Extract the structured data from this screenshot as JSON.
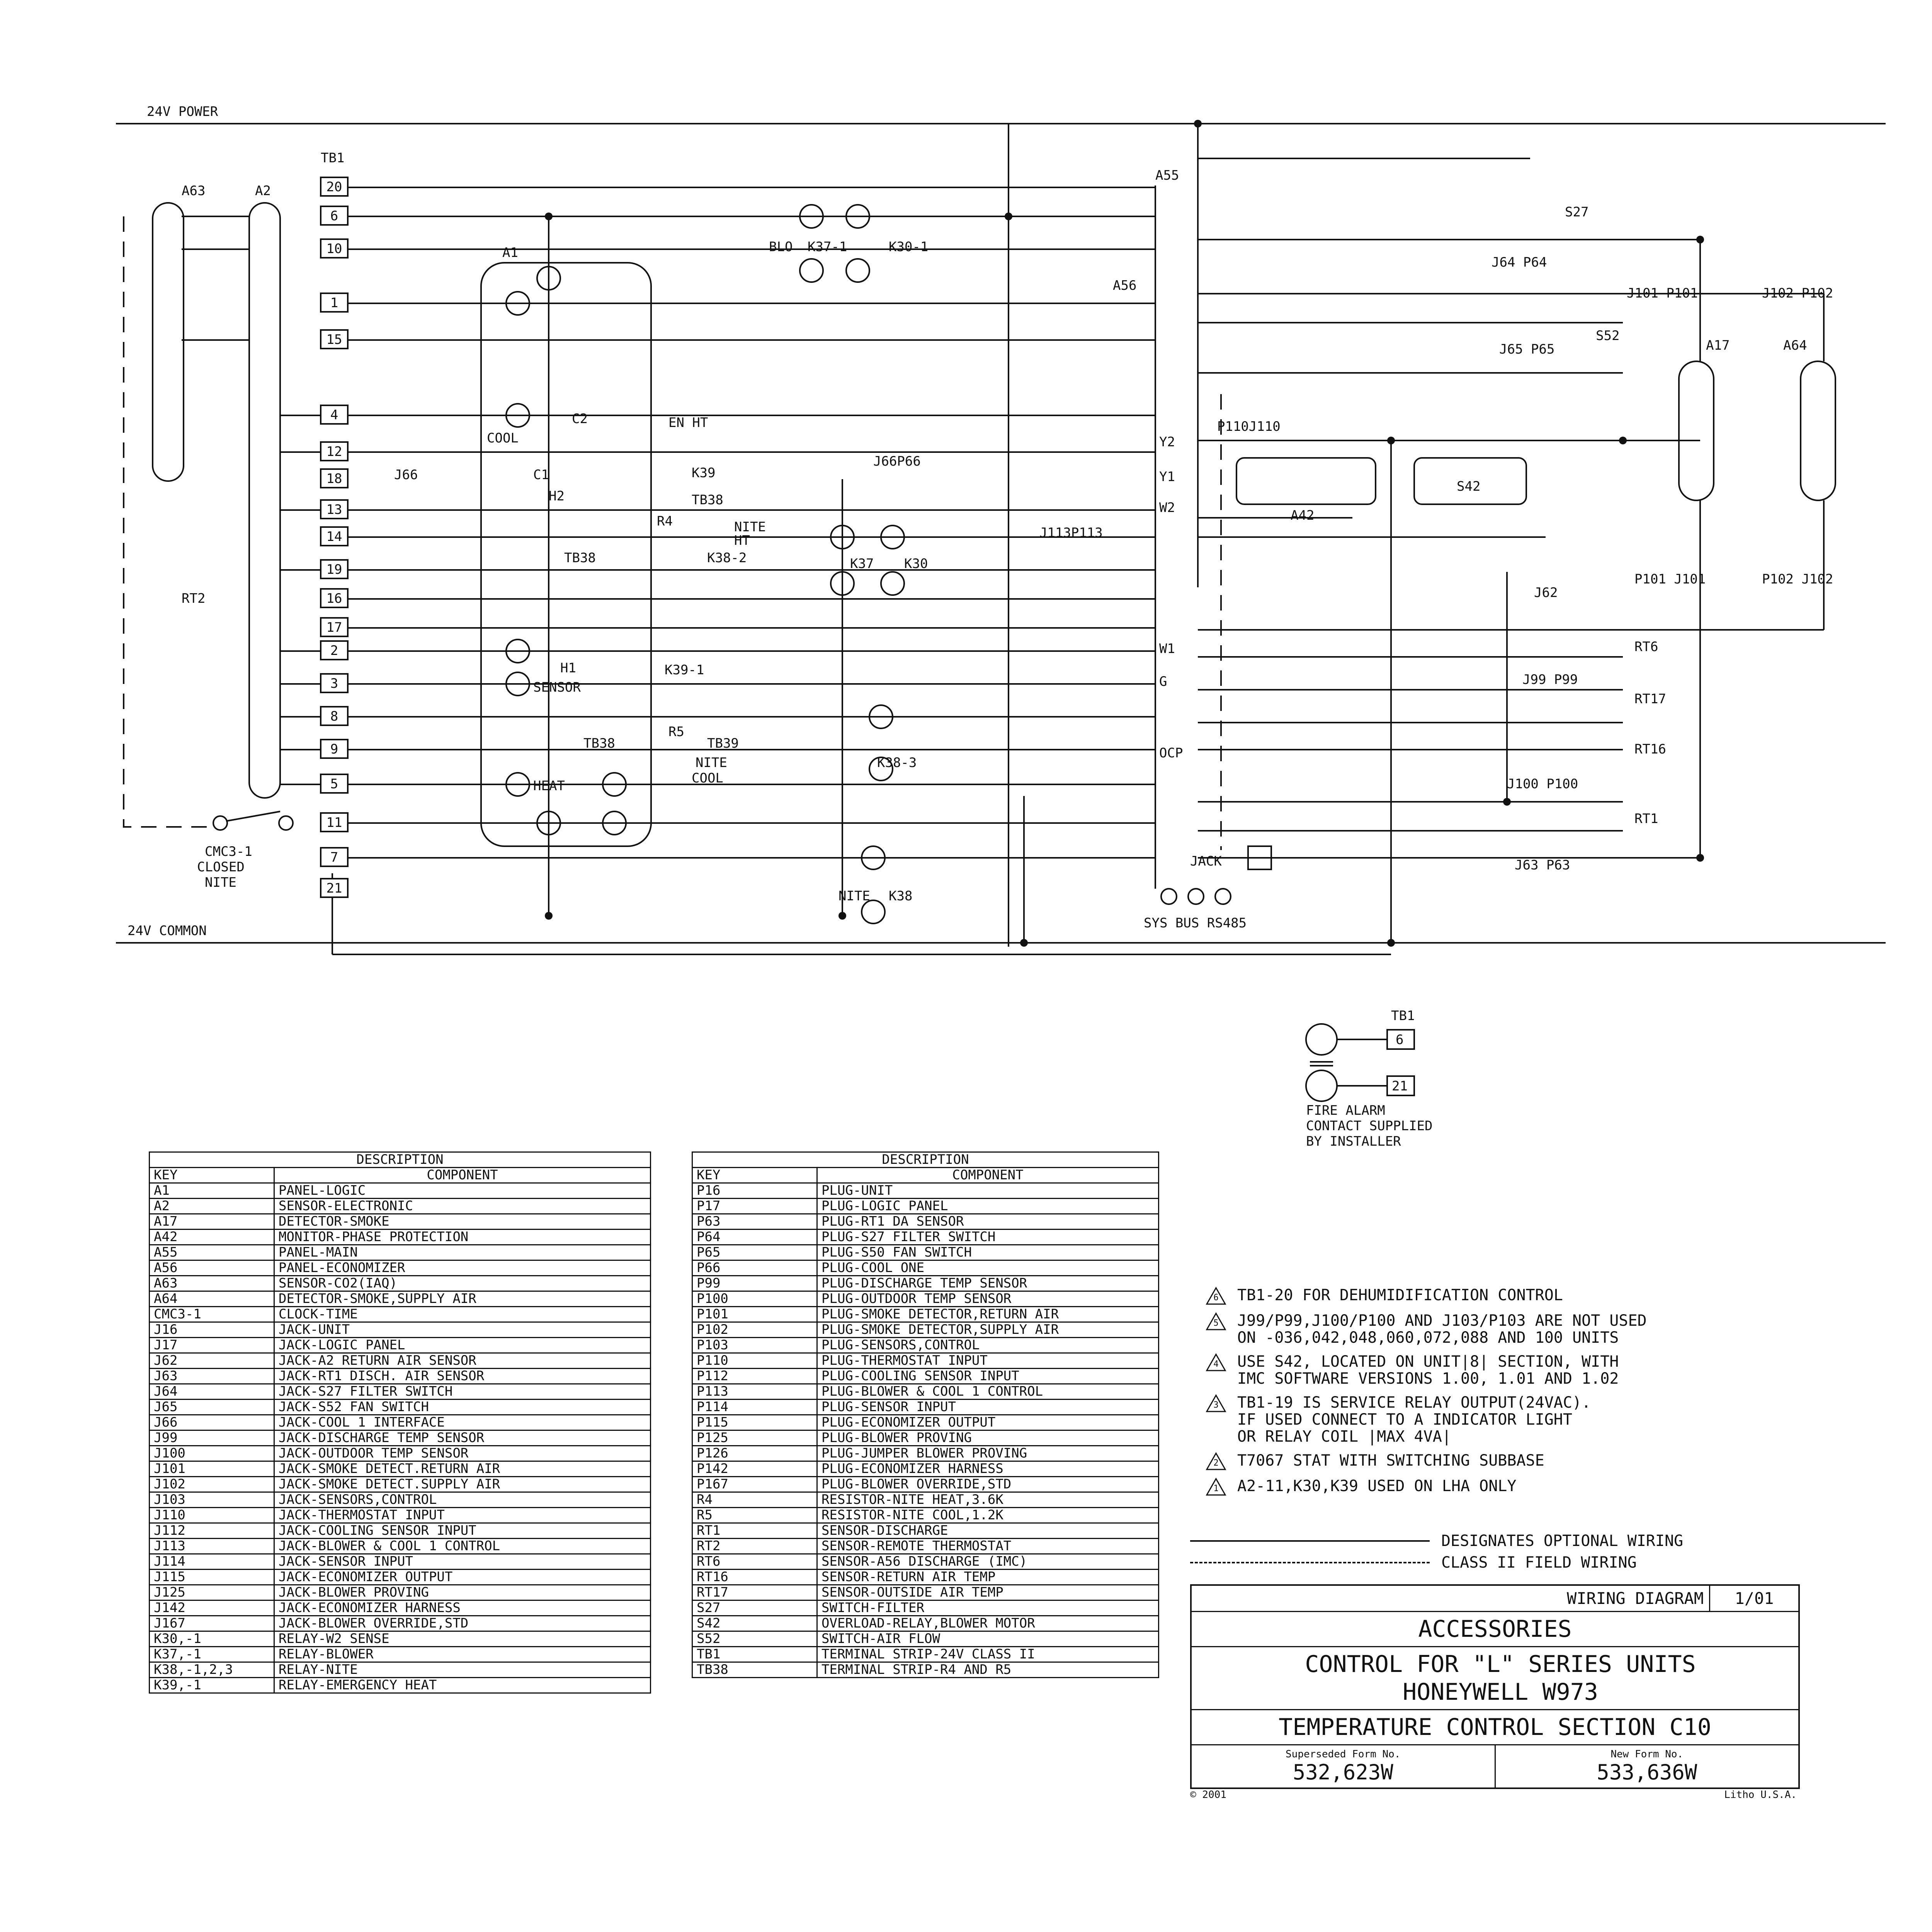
{
  "rails": {
    "power": "24V POWER",
    "common": "24V COMMON"
  },
  "components": {
    "a63": "A63",
    "a2": "A2",
    "tb1": "TB1",
    "a1": "A1",
    "a55": "A55",
    "a56": "A56",
    "a17": "A17",
    "a64": "A64",
    "a42": "A42",
    "s42": "S42",
    "s27": "S27",
    "s52": "S52",
    "rt2": "RT2",
    "cmc3_line1": "CMC3-1",
    "cmc3_line2": "CLOSED",
    "cmc3_line3": "NITE",
    "en_ht": "EN HT",
    "k39": "K39",
    "tb38": "TB38",
    "tb38b": "TB38",
    "tb38c": "TB38",
    "tb39": "TB39",
    "r4": "R4",
    "r5": "R5",
    "nite_ht_1": "NITE",
    "nite_ht_2": "HT",
    "nite_cool_1": "NITE",
    "nite_cool_2": "COOL",
    "k38_2": "K38-2",
    "k39_1": "K39-1",
    "k37_1": "K37-1",
    "k30_1": "K30-1",
    "blo": "BLO",
    "cool": "COOL",
    "sensor": "SENSOR",
    "heat": "HEAT",
    "c1": "C1",
    "c2": "C2",
    "h1": "H1",
    "h2": "H2",
    "j66p66": "J66P66",
    "j66": "J66",
    "j64p64": "J64 P64",
    "j65p65": "J65 P65",
    "p110j110": "P110J110",
    "j113p113": "J113P113",
    "j62": "J62",
    "j99p99": "J99 P99",
    "j100p100": "J100 P100",
    "j63p63": "J63 P63",
    "rt6": "RT6",
    "rt17": "RT17",
    "rt16": "RT16",
    "rt1": "RT1",
    "ocp": "OCP",
    "jack": "JACK",
    "sys_bus": "SYS BUS RS485",
    "y2": "Y2",
    "y1": "Y1",
    "w2": "W2",
    "w1": "W1",
    "g": "G",
    "j101p101": "J101 P101",
    "j102p102": "J102 P102",
    "p101j101": "P101 J101",
    "p102j102": "P102 J102",
    "k38_3": "K38-3",
    "nite_k38": "NITE",
    "k38": "K38",
    "k37": "K37",
    "k30": "K30",
    "fire_tb1": "TB1",
    "fire_6": "6",
    "fire_21": "21",
    "fire_line1": "FIRE ALARM",
    "fire_line2": "CONTACT SUPPLIED",
    "fire_line3": "BY INSTALLER"
  },
  "tb1_terminals": [
    "20",
    "6",
    "10",
    "1",
    "15",
    "4",
    "12",
    "18",
    "13",
    "14",
    "19",
    "16",
    "17",
    "2",
    "3",
    "8",
    "9",
    "5",
    "11",
    "7",
    "21"
  ],
  "table1": {
    "caption": "DESCRIPTION",
    "headers": [
      "KEY",
      "COMPONENT"
    ],
    "rows": [
      [
        "A1",
        "PANEL-LOGIC"
      ],
      [
        "A2",
        "SENSOR-ELECTRONIC"
      ],
      [
        "A17",
        "DETECTOR-SMOKE"
      ],
      [
        "A42",
        "MONITOR-PHASE PROTECTION"
      ],
      [
        "A55",
        "PANEL-MAIN"
      ],
      [
        "A56",
        "PANEL-ECONOMIZER"
      ],
      [
        "A63",
        "SENSOR-CO2(IAQ)"
      ],
      [
        "A64",
        "DETECTOR-SMOKE,SUPPLY AIR"
      ],
      [
        "CMC3-1",
        "CLOCK-TIME"
      ],
      [
        "J16",
        "JACK-UNIT"
      ],
      [
        "J17",
        "JACK-LOGIC PANEL"
      ],
      [
        "J62",
        "JACK-A2 RETURN AIR SENSOR"
      ],
      [
        "J63",
        "JACK-RT1 DISCH. AIR SENSOR"
      ],
      [
        "J64",
        "JACK-S27 FILTER SWITCH"
      ],
      [
        "J65",
        "JACK-S52 FAN SWITCH"
      ],
      [
        "J66",
        "JACK-COOL 1 INTERFACE"
      ],
      [
        "J99",
        "JACK-DISCHARGE TEMP SENSOR"
      ],
      [
        "J100",
        "JACK-OUTDOOR TEMP SENSOR"
      ],
      [
        "J101",
        "JACK-SMOKE DETECT.RETURN AIR"
      ],
      [
        "J102",
        "JACK-SMOKE DETECT.SUPPLY AIR"
      ],
      [
        "J103",
        "JACK-SENSORS,CONTROL"
      ],
      [
        "J110",
        "JACK-THERMOSTAT INPUT"
      ],
      [
        "J112",
        "JACK-COOLING SENSOR INPUT"
      ],
      [
        "J113",
        "JACK-BLOWER & COOL 1 CONTROL"
      ],
      [
        "J114",
        "JACK-SENSOR INPUT"
      ],
      [
        "J115",
        "JACK-ECONOMIZER OUTPUT"
      ],
      [
        "J125",
        "JACK-BLOWER PROVING"
      ],
      [
        "J142",
        "JACK-ECONOMIZER HARNESS"
      ],
      [
        "J167",
        "JACK-BLOWER OVERRIDE,STD"
      ],
      [
        "K30,-1",
        "RELAY-W2 SENSE"
      ],
      [
        "K37,-1",
        "RELAY-BLOWER"
      ],
      [
        "K38,-1,2,3",
        "RELAY-NITE"
      ],
      [
        "K39,-1",
        "RELAY-EMERGENCY HEAT"
      ]
    ]
  },
  "table2": {
    "caption": "DESCRIPTION",
    "headers": [
      "KEY",
      "COMPONENT"
    ],
    "rows": [
      [
        "P16",
        "PLUG-UNIT"
      ],
      [
        "P17",
        "PLUG-LOGIC PANEL"
      ],
      [
        "P63",
        "PLUG-RT1 DA SENSOR"
      ],
      [
        "P64",
        "PLUG-S27 FILTER SWITCH"
      ],
      [
        "P65",
        "PLUG-S50 FAN SWITCH"
      ],
      [
        "P66",
        "PLUG-COOL ONE"
      ],
      [
        "P99",
        "PLUG-DISCHARGE TEMP SENSOR"
      ],
      [
        "P100",
        "PLUG-OUTDOOR TEMP SENSOR"
      ],
      [
        "P101",
        "PLUG-SMOKE DETECTOR,RETURN AIR"
      ],
      [
        "P102",
        "PLUG-SMOKE DETECTOR,SUPPLY AIR"
      ],
      [
        "P103",
        "PLUG-SENSORS,CONTROL"
      ],
      [
        "P110",
        "PLUG-THERMOSTAT INPUT"
      ],
      [
        "P112",
        "PLUG-COOLING SENSOR INPUT"
      ],
      [
        "P113",
        "PLUG-BLOWER & COOL 1 CONTROL"
      ],
      [
        "P114",
        "PLUG-SENSOR INPUT"
      ],
      [
        "P115",
        "PLUG-ECONOMIZER OUTPUT"
      ],
      [
        "P125",
        "PLUG-BLOWER PROVING"
      ],
      [
        "P126",
        "PLUG-JUMPER BLOWER PROVING"
      ],
      [
        "P142",
        "PLUG-ECONOMIZER HARNESS"
      ],
      [
        "P167",
        "PLUG-BLOWER OVERRIDE,STD"
      ],
      [
        "R4",
        "RESISTOR-NITE HEAT,3.6K"
      ],
      [
        "R5",
        "RESISTOR-NITE COOL,1.2K"
      ],
      [
        "RT1",
        "SENSOR-DISCHARGE"
      ],
      [
        "RT2",
        "SENSOR-REMOTE THERMOSTAT"
      ],
      [
        "RT6",
        "SENSOR-A56 DISCHARGE (IMC)"
      ],
      [
        "RT16",
        "SENSOR-RETURN AIR TEMP"
      ],
      [
        "RT17",
        "SENSOR-OUTSIDE AIR TEMP"
      ],
      [
        "S27",
        "SWITCH-FILTER"
      ],
      [
        "S42",
        "OVERLOAD-RELAY,BLOWER MOTOR"
      ],
      [
        "S52",
        "SWITCH-AIR FLOW"
      ],
      [
        "TB1",
        "TERMINAL STRIP-24V CLASS II"
      ],
      [
        "TB38",
        "TERMINAL STRIP-R4 AND R5"
      ]
    ]
  },
  "notes": [
    {
      "mark": "6",
      "text": "TB1-20 FOR DEHUMIDIFICATION CONTROL"
    },
    {
      "mark": "5",
      "text": "J99/P99,J100/P100 AND J103/P103 ARE NOT USED\nON -036,042,048,060,072,088 AND 100 UNITS"
    },
    {
      "mark": "4",
      "text": "USE S42, LOCATED ON UNIT|8| SECTION, WITH\nIMC SOFTWARE VERSIONS 1.00, 1.01 AND 1.02"
    },
    {
      "mark": "3",
      "text": "TB1-19 IS SERVICE RELAY OUTPUT(24VAC).\nIF USED CONNECT TO A INDICATOR LIGHT\nOR RELAY COIL |MAX 4VA|"
    },
    {
      "mark": "2",
      "text": "T7067 STAT WITH SWITCHING SUBBASE"
    },
    {
      "mark": "1",
      "text": "A2-11,K30,K39 USED ON LHA ONLY"
    }
  ],
  "legend": {
    "optional": "DESIGNATES OPTIONAL WIRING",
    "class2": "CLASS II FIELD WIRING"
  },
  "title_block": {
    "label": "WIRING DIAGRAM",
    "date": "1/01",
    "line1": "ACCESSORIES",
    "line2": "CONTROL FOR \"L\" SERIES UNITS",
    "line3": "HONEYWELL W973",
    "line4": "TEMPERATURE CONTROL SECTION C10",
    "superseded_label": "Superseded Form No.",
    "superseded_no": "532,623W",
    "new_label": "New Form No.",
    "new_no": "533,636W",
    "copyright": "© 2001",
    "litho": "Litho U.S.A."
  }
}
